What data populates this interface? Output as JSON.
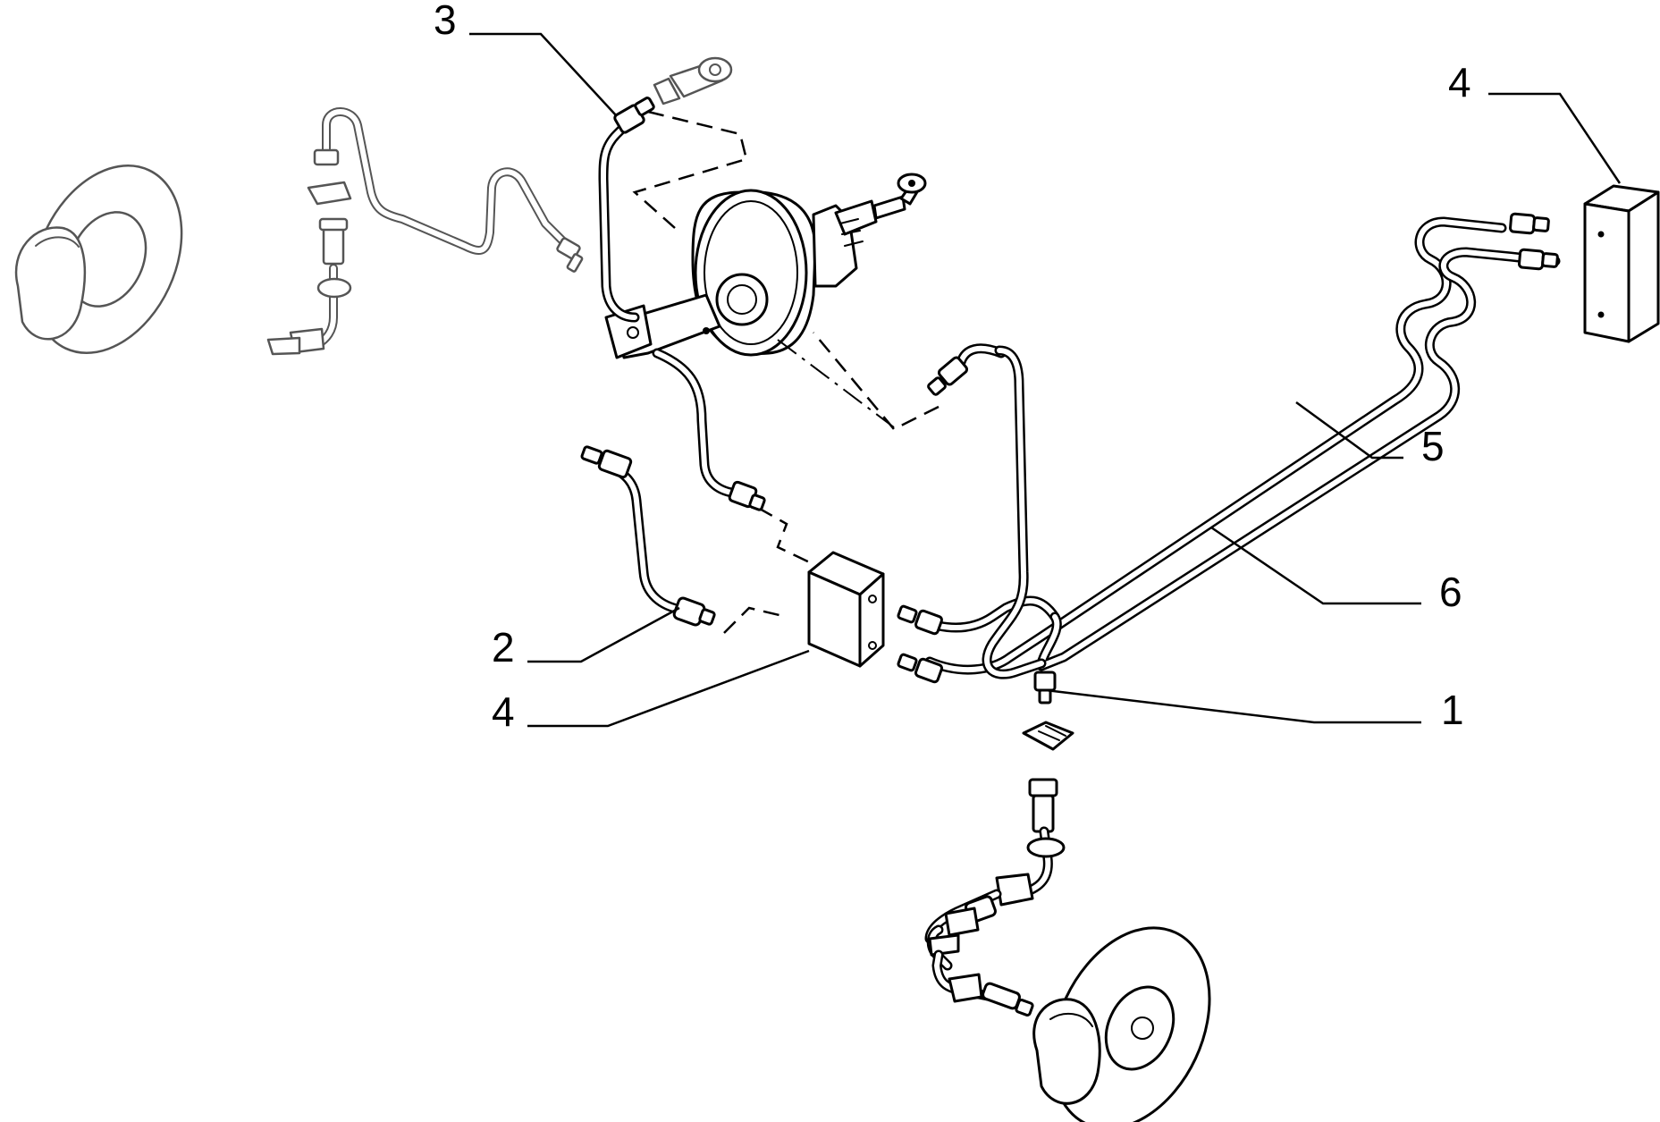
{
  "callouts": {
    "c1": "1",
    "c2": "2",
    "c3": "3",
    "c4_top": "4",
    "c4_mid": "4",
    "c5": "5",
    "c6": "6"
  }
}
